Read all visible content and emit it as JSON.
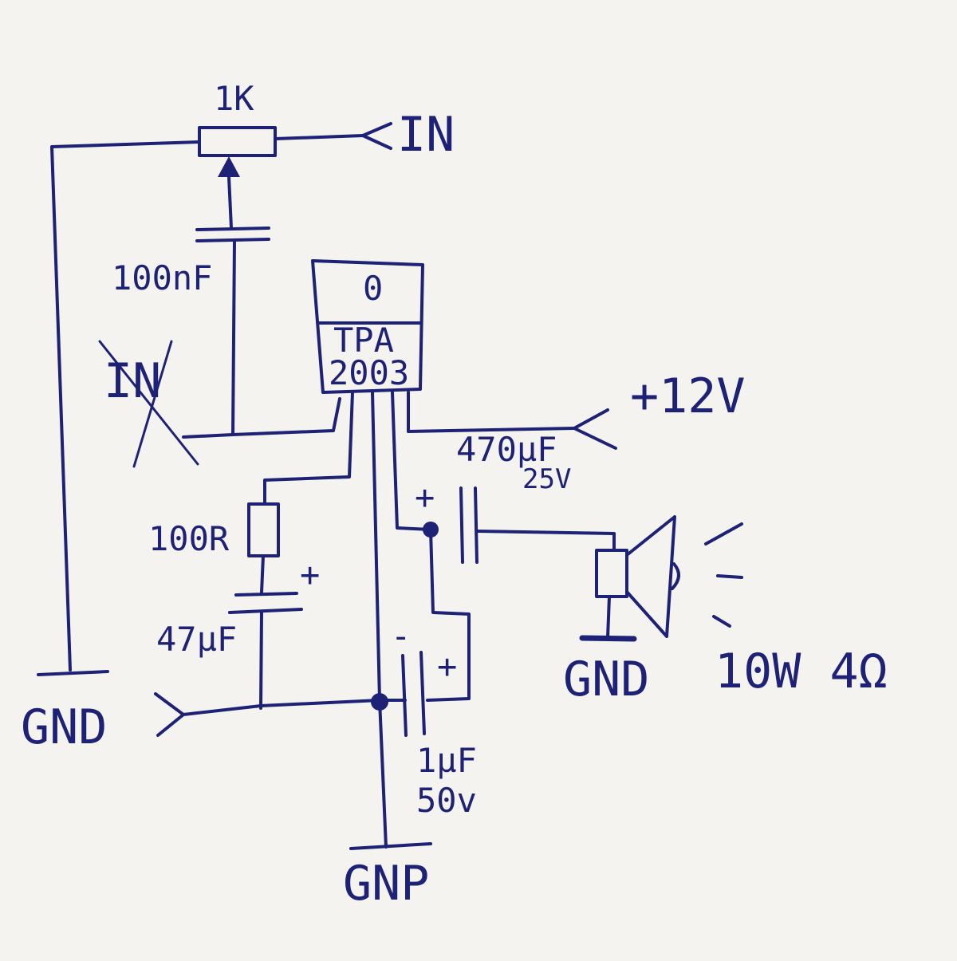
{
  "colors": {
    "paper": "#f4f3f0",
    "ink": "#1d2277"
  },
  "labels": {
    "pot_value": "1K",
    "input": "IN",
    "input_cap": "100nF",
    "struck_label": "IN",
    "chip_pin": "0",
    "chip_name_1": "TPA",
    "chip_name_2": "2003",
    "supply": "+12V",
    "out_cap_value": "470µF",
    "out_cap_voltage": "25V",
    "resistor": "100R",
    "fb_cap": "47µF",
    "ground_left": "GND",
    "ground_input": "GND",
    "ground_bottom": "GNP",
    "ground_speaker": "GND",
    "bypass_cap_value": "1µF",
    "bypass_cap_voltage": "50v",
    "speaker": "10W 4Ω",
    "plus": "+",
    "minus": "-"
  }
}
